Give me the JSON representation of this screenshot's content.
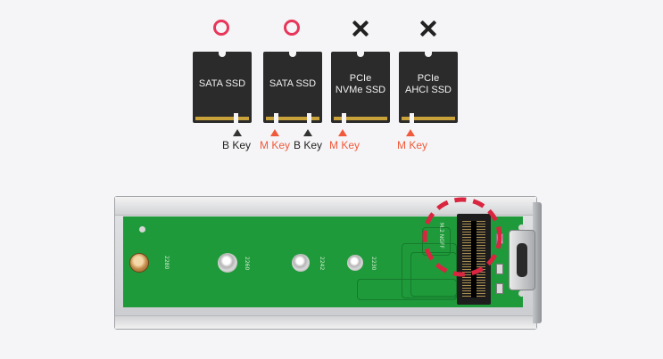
{
  "ssd_cards": [
    {
      "label_lines": [
        "SATA SSD"
      ],
      "compatible": true,
      "mark": "circle-icon"
    },
    {
      "label_lines": [
        "SATA SSD"
      ],
      "compatible": true,
      "mark": "circle-icon"
    },
    {
      "label_lines": [
        "PCIe",
        "NVMe SSD"
      ],
      "compatible": false,
      "mark": "cross-icon"
    },
    {
      "label_lines": [
        "PCIe",
        "AHCI SSD"
      ],
      "compatible": false,
      "mark": "cross-icon"
    }
  ],
  "key_labels": [
    {
      "text": "B Key",
      "color": "#222222"
    },
    {
      "text": "M Key",
      "color": "#f05a3a"
    },
    {
      "text": "B Key",
      "color": "#222222"
    },
    {
      "text": "M Key",
      "color": "#f05a3a"
    },
    {
      "text": "M Key",
      "color": "#f05a3a"
    }
  ],
  "board": {
    "silk_2280": "2280",
    "silk_2260": "2260",
    "silk_2242": "2242",
    "silk_2230": "2230",
    "silk_connector": "M.2 NGFF"
  },
  "colors": {
    "compatible": "#e8365a",
    "incompatible": "#222222",
    "m_key": "#f05a3a",
    "pcb": "#1f9a3a",
    "highlight": "#d9253f"
  }
}
